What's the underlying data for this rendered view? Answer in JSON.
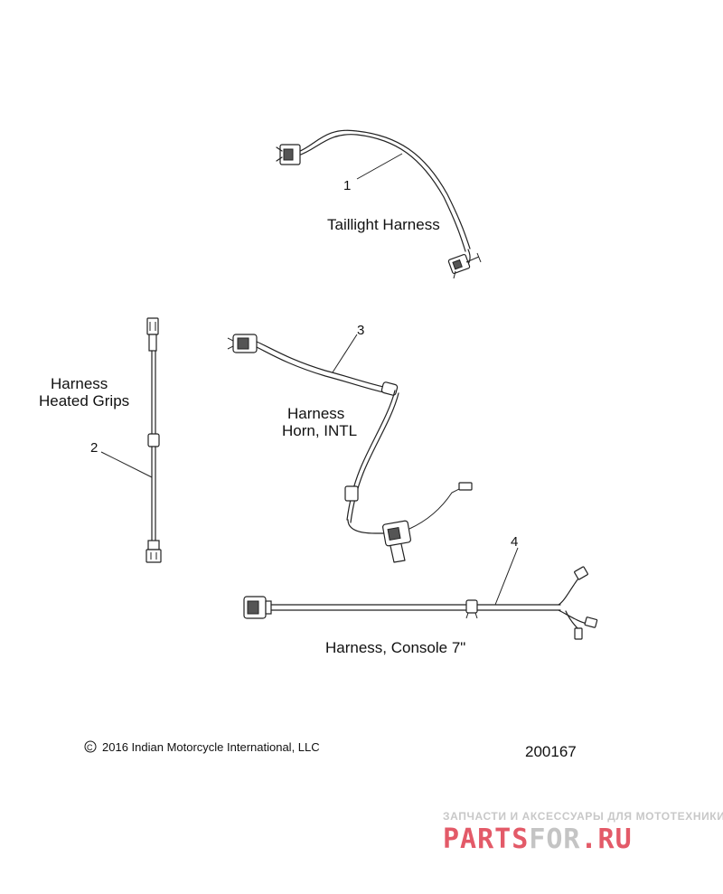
{
  "callouts": [
    {
      "number": "1",
      "label": "Taillight Harness"
    },
    {
      "number": "2",
      "label_line1": "Harness",
      "label_line2": "Heated Grips"
    },
    {
      "number": "3",
      "label_line1": "Harness",
      "label_line2": "Horn, INTL"
    },
    {
      "number": "4",
      "label": "Harness, Console 7\""
    }
  ],
  "copyright": "2016 Indian Motorcycle International, LLC",
  "copyright_symbol": "©",
  "diagram_id": "200167",
  "watermark": {
    "tagline": "ЗАПЧАСТИ И АКСЕССУАРЫ ДЛЯ МОТОТЕХНИКИ",
    "brand_part1": "PARTS",
    "brand_part2": "FOR",
    "brand_part3": ".RU",
    "color_red": "#e35a68",
    "color_gray": "#c4c4c4"
  }
}
